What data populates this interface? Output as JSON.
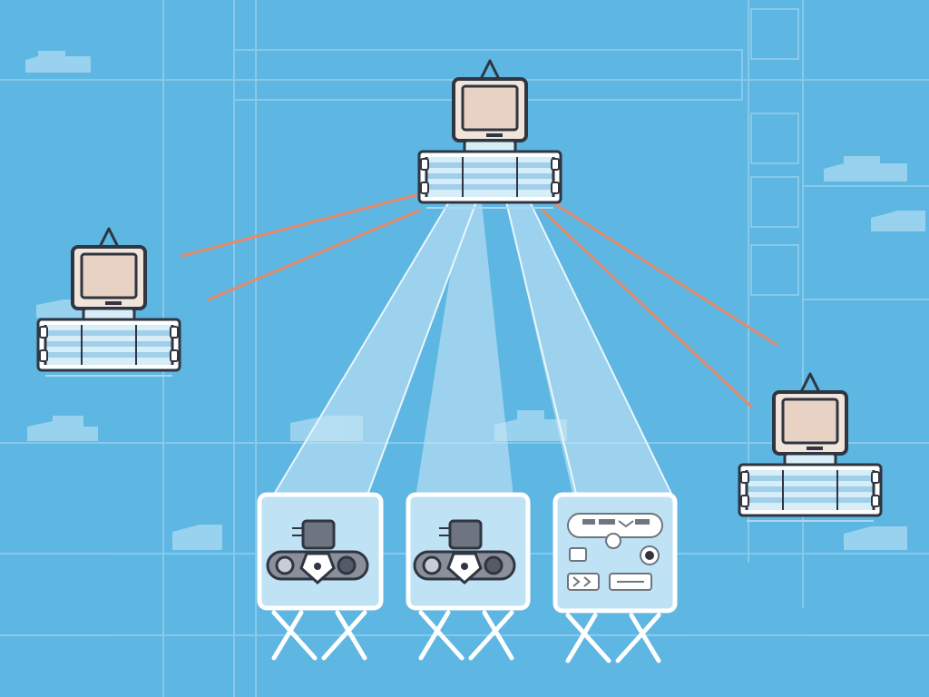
{
  "diagram": {
    "style": "flat network illustration, no visible text",
    "colors": {
      "background": "#5eb6e2",
      "grid_line": "#8fcdec",
      "building_silhouette": "#9ed5ef",
      "device_outline": "#2f3541",
      "monitor_screen": "#e8d2c4",
      "monitor_frame": "#f1e4da",
      "rack_fill": "#d7eef9",
      "rack_stripe": "#9fcfe9",
      "cable_orange": "#e58a6b",
      "beam": "#cfe9f7",
      "panel_fill": "#bfe3f5",
      "panel_border": "#ffffff"
    },
    "nodes": [
      {
        "id": "central-workstation",
        "role": "hub",
        "icon": "desktop-computer-on-rack"
      },
      {
        "id": "left-workstation",
        "role": "peer",
        "icon": "desktop-computer-on-rack"
      },
      {
        "id": "right-workstation",
        "role": "peer",
        "icon": "desktop-computer-on-rack"
      }
    ],
    "panels": [
      {
        "id": "panel-1",
        "icon": "device-gears-icon"
      },
      {
        "id": "panel-2",
        "icon": "device-gears-icon"
      },
      {
        "id": "panel-3",
        "icon": "control-board-icon"
      }
    ],
    "links": [
      {
        "from": "central-workstation",
        "to": "left-workstation",
        "style": "orange-cable",
        "count": 2
      },
      {
        "from": "central-workstation",
        "to": "right-workstation",
        "style": "orange-cable",
        "count": 2
      },
      {
        "from": "central-workstation",
        "to": "panel-1",
        "style": "light-beam"
      },
      {
        "from": "central-workstation",
        "to": "panel-2",
        "style": "light-beam"
      },
      {
        "from": "central-workstation",
        "to": "panel-3",
        "style": "light-beam"
      }
    ]
  }
}
